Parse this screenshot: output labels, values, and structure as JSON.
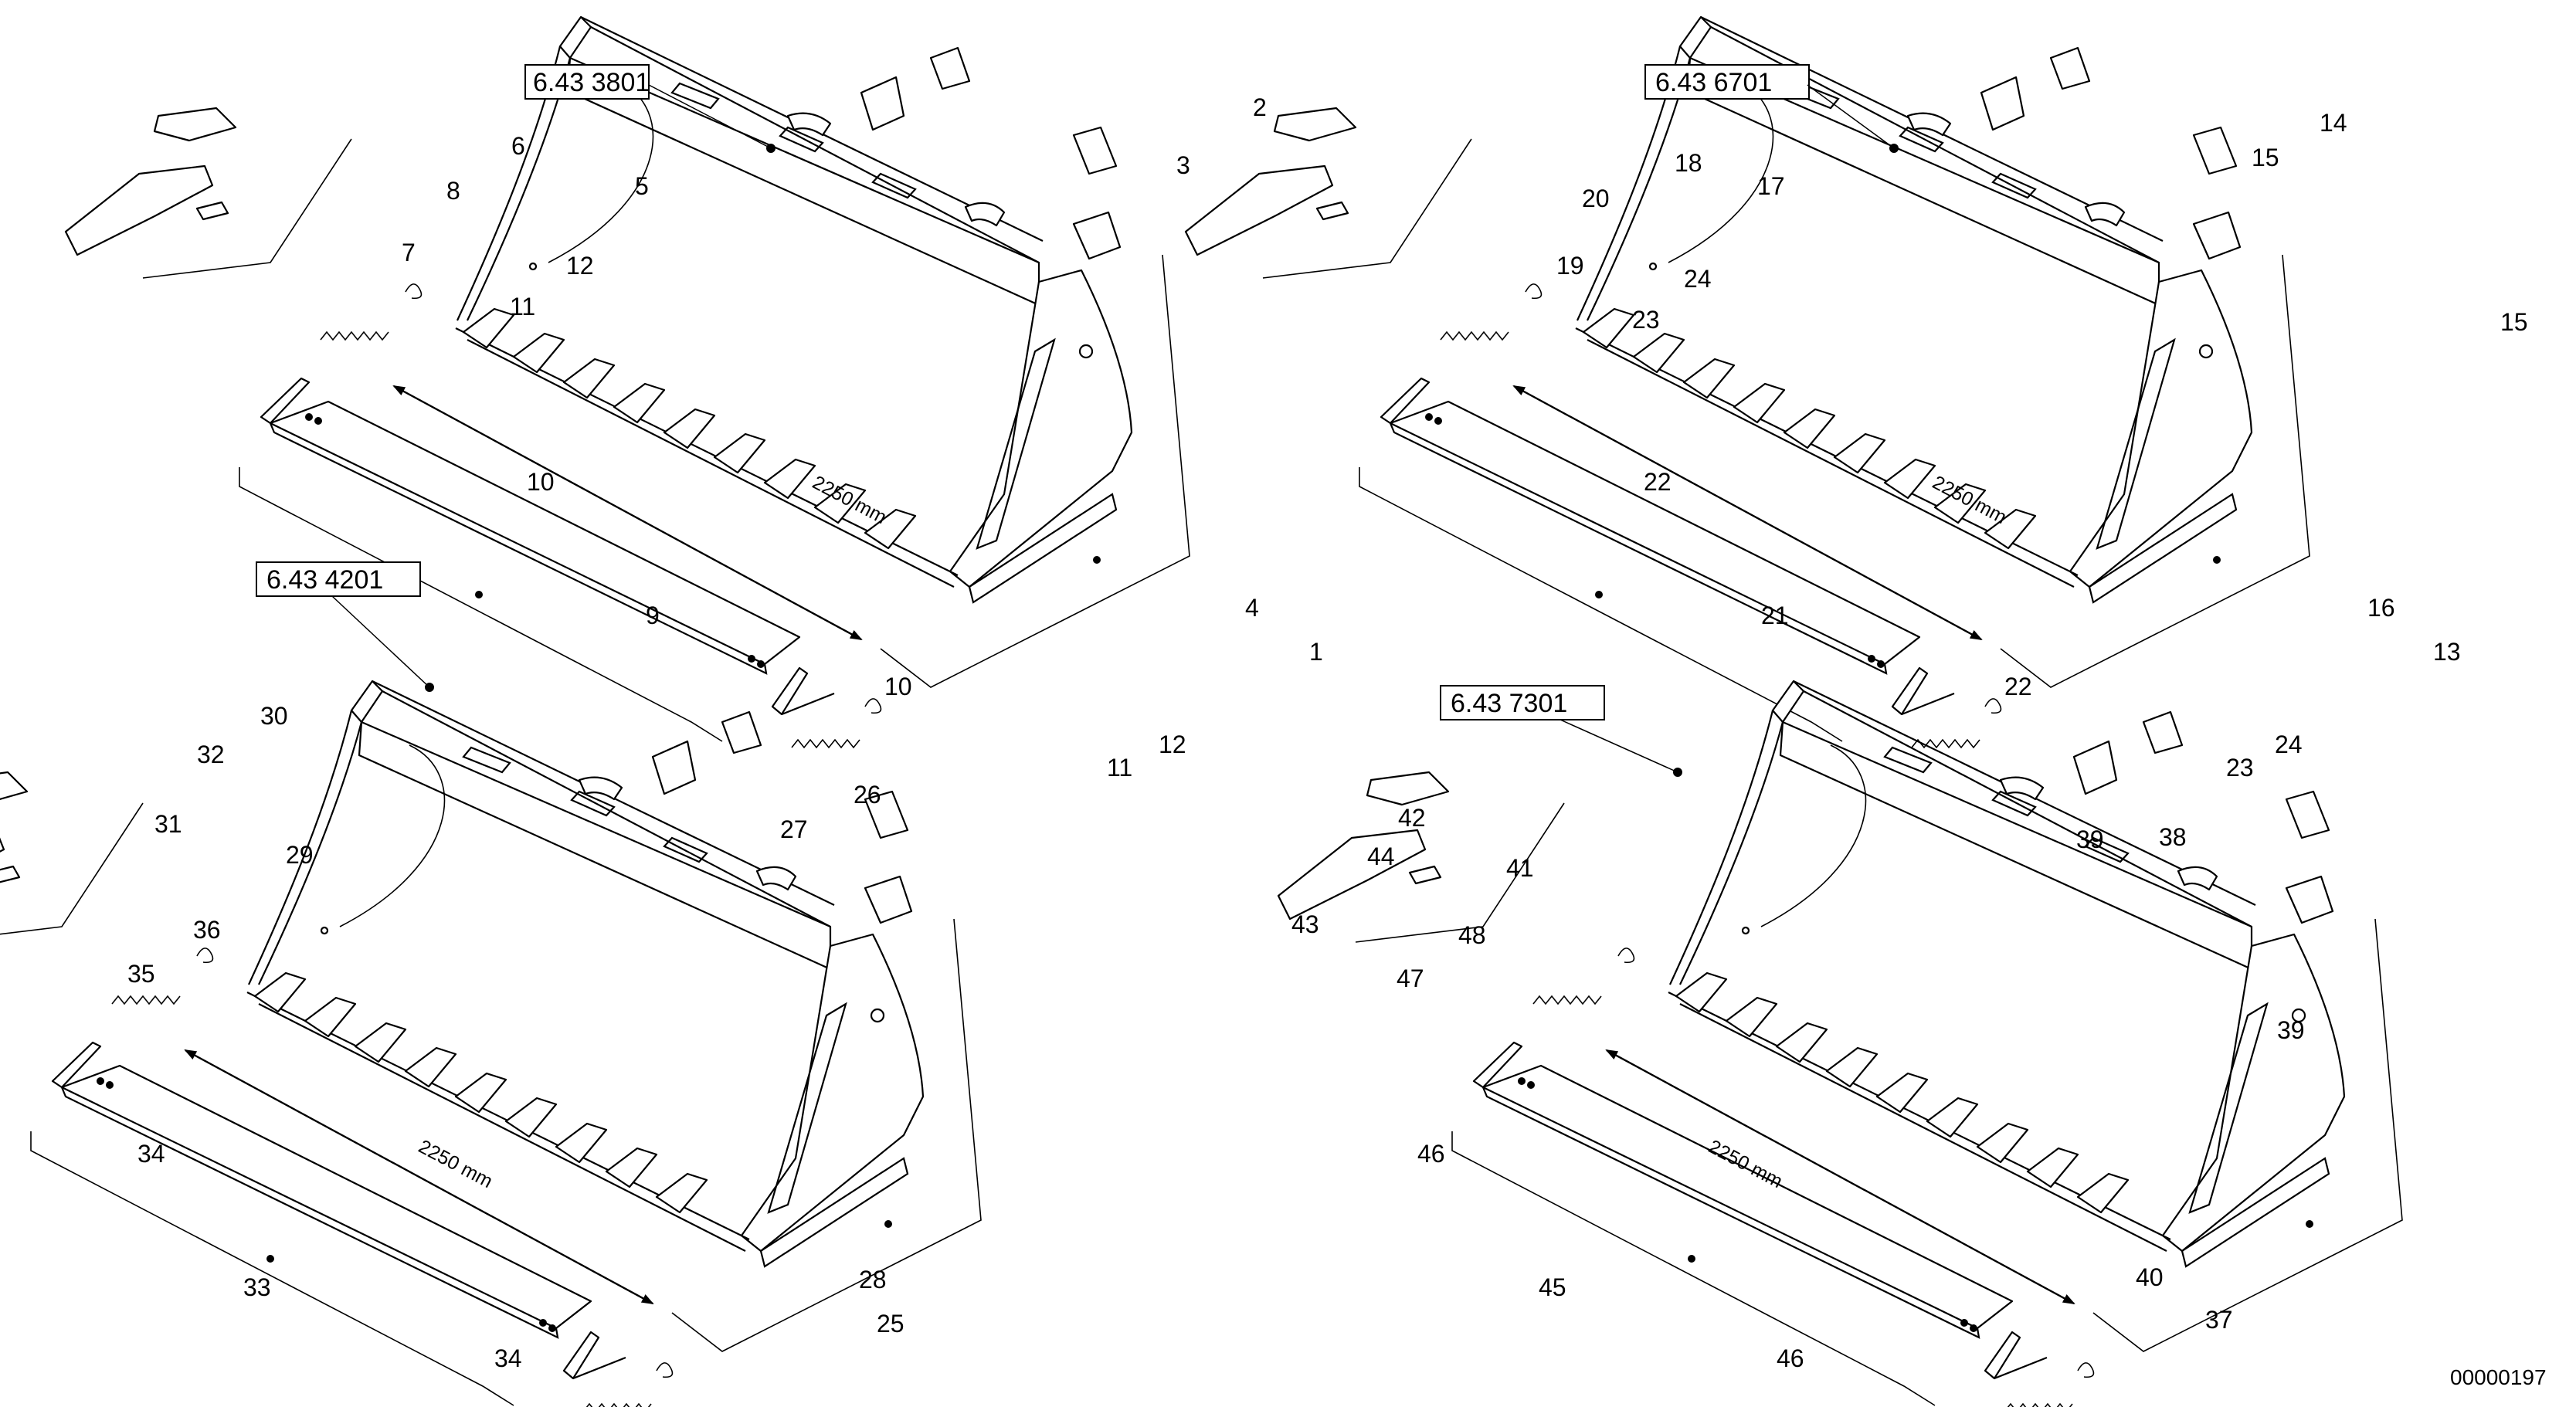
{
  "drawing": {
    "document_number": "00000197",
    "dimension_label": "2250 mm"
  },
  "views": [
    {
      "ref": "6.43 3801",
      "callouts": {
        "bucket": "1",
        "adapter_bolt": "2",
        "wear_block": "3",
        "side_cutter": "4",
        "tooth_set": "5",
        "tooth_cap": "6",
        "tooth": "7",
        "pin": "8",
        "cutting_edge": "9",
        "lock_left": "10",
        "lock_right": "10",
        "spring_left": "11",
        "spring_right": "11",
        "clip_left": "12",
        "clip_right": "12"
      }
    },
    {
      "ref": "6.43 6701",
      "callouts": {
        "bucket": "13",
        "adapter_bolt": "14",
        "wear_block": "15",
        "wear_block_b": "15",
        "side_cutter": "16",
        "tooth_set": "17",
        "tooth_cap": "18",
        "tooth": "19",
        "pin": "20",
        "cutting_edge": "21",
        "lock_left": "22",
        "lock_right": "22",
        "spring_left": "23",
        "spring_right": "23",
        "clip_left": "24",
        "clip_right": "24"
      }
    },
    {
      "ref": "6.43 4201",
      "callouts": {
        "bucket": "25",
        "adapter_bolt": "26",
        "wear_block": "27",
        "side_cutter": "28",
        "tooth_set": "29",
        "tooth_cap": "30",
        "tooth": "31",
        "pin": "32",
        "cutting_edge": "33",
        "lock_left": "34",
        "lock_right": "34",
        "spring_left": "35",
        "clip_left": "36"
      }
    },
    {
      "ref": "6.43 7301",
      "callouts": {
        "bucket": "37",
        "adapter_bolt": "38",
        "wear_block": "39",
        "wear_block_b": "39",
        "side_cutter": "40",
        "tooth_set": "41",
        "tooth_cap": "42",
        "tooth": "43",
        "pin": "44",
        "cutting_edge": "45",
        "lock_left": "46",
        "lock_right": "46",
        "spring_left": "47",
        "clip_left": "48"
      }
    }
  ]
}
